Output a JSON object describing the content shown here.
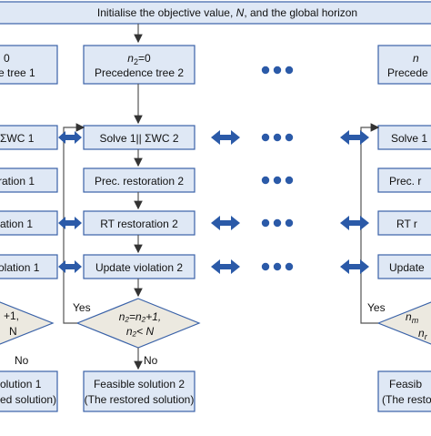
{
  "header": {
    "text_pre": "Initialise the objective value, ",
    "text_var": "N",
    "text_post": ", and the global horizon"
  },
  "col1": {
    "tree_line1": "0",
    "tree_line2": "e tree 1",
    "solve": "ΣWC 1",
    "prec": "ration 1",
    "rt": "ation 1",
    "update": "olation 1",
    "diamond_line1": "+1,",
    "diamond_line2": "N",
    "no_label": "No",
    "feasible_line1": "olution 1",
    "feasible_line2": "red solution)"
  },
  "col2": {
    "tree_line1_var": "n",
    "tree_line1_sub": "2",
    "tree_line1_rest": "=0",
    "tree_line2": "Precedence tree 2",
    "solve": "Solve 1|| ΣWC 2",
    "prec": "Prec. restoration 2",
    "rt": "RT restoration 2",
    "update": "Update violation 2",
    "yes_label": "Yes",
    "diamond_line1": "n₂=n₂+1,",
    "diamond_line2": "n₂< N",
    "no_label": "No",
    "feasible_line1": "Feasible solution 2",
    "feasible_line2": "(The restored solution)"
  },
  "colm": {
    "tree_line1": "n",
    "tree_line2": "Precede",
    "solve": "Solve 1",
    "prec": "Prec. r",
    "rt": "RT r",
    "update": "Update",
    "yes_label": "Yes",
    "diamond_line1": "n",
    "diamond_line1_sub": "m",
    "diamond_line2": "n",
    "diamond_line2_sub": "r",
    "feasible_line1": "Feasib",
    "feasible_line2": "(The resto"
  },
  "colors": {
    "box_fill": "#dfe8f5",
    "box_stroke": "#3a62a8",
    "diamond_fill": "#ece9e0",
    "arrow": "#2b5aa8",
    "line": "#555555",
    "dots": "#2b5aa8"
  }
}
